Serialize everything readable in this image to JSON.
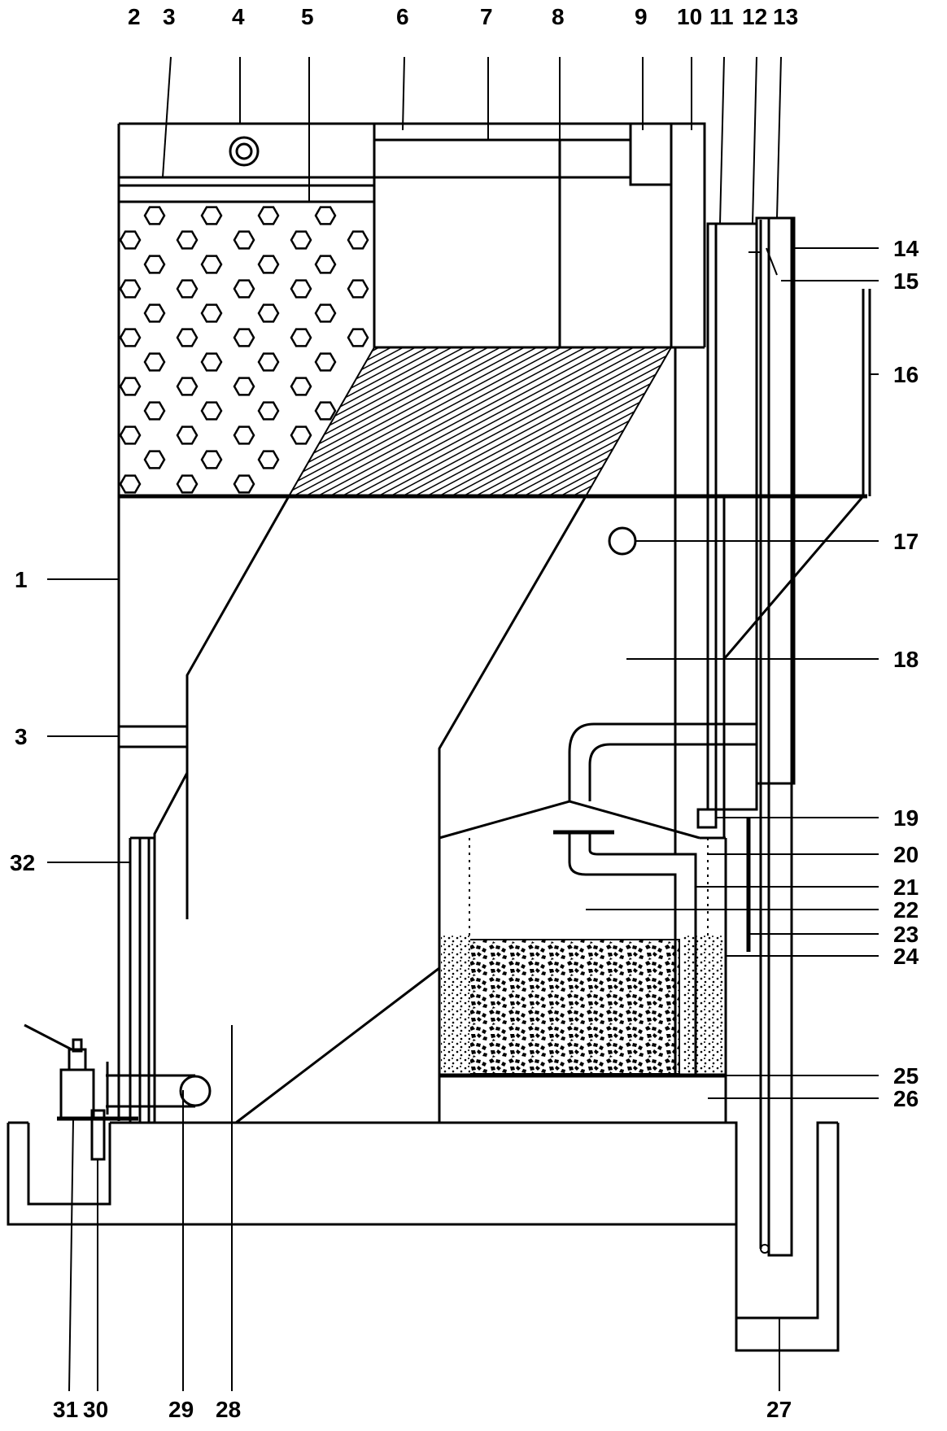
{
  "labels": {
    "l1": "1",
    "l2": "2",
    "l3_top": "3",
    "l3_left": "3",
    "l4": "4",
    "l5": "5",
    "l6": "6",
    "l7": "7",
    "l8": "8",
    "l9": "9",
    "l10": "10",
    "l11": "11",
    "l12": "12",
    "l13": "13",
    "l14": "14",
    "l15": "15",
    "l16": "16",
    "l17": "17",
    "l18": "18",
    "l19": "19",
    "l20": "20",
    "l21": "21",
    "l22": "22",
    "l23": "23",
    "l24": "24",
    "l25": "25",
    "l26": "26",
    "l27": "27",
    "l28": "28",
    "l29": "29",
    "l30": "30",
    "l31": "31",
    "l32": "32"
  },
  "colors": {
    "ink": "#000000",
    "background": "#ffffff"
  }
}
